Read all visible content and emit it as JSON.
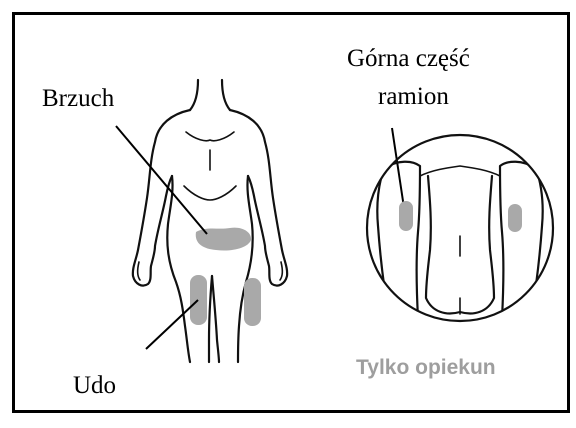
{
  "labels": {
    "abdomen": "Brzuch",
    "thigh": "Udo",
    "upper_arms_line1": "Górna część",
    "upper_arms_line2": "ramion",
    "caregiver_only": "Tylko opiekun"
  },
  "colors": {
    "frame": "#000000",
    "injection_area": "#a9a9a9",
    "caregiver_text": "#9e9e9e",
    "outline": "#111111"
  }
}
